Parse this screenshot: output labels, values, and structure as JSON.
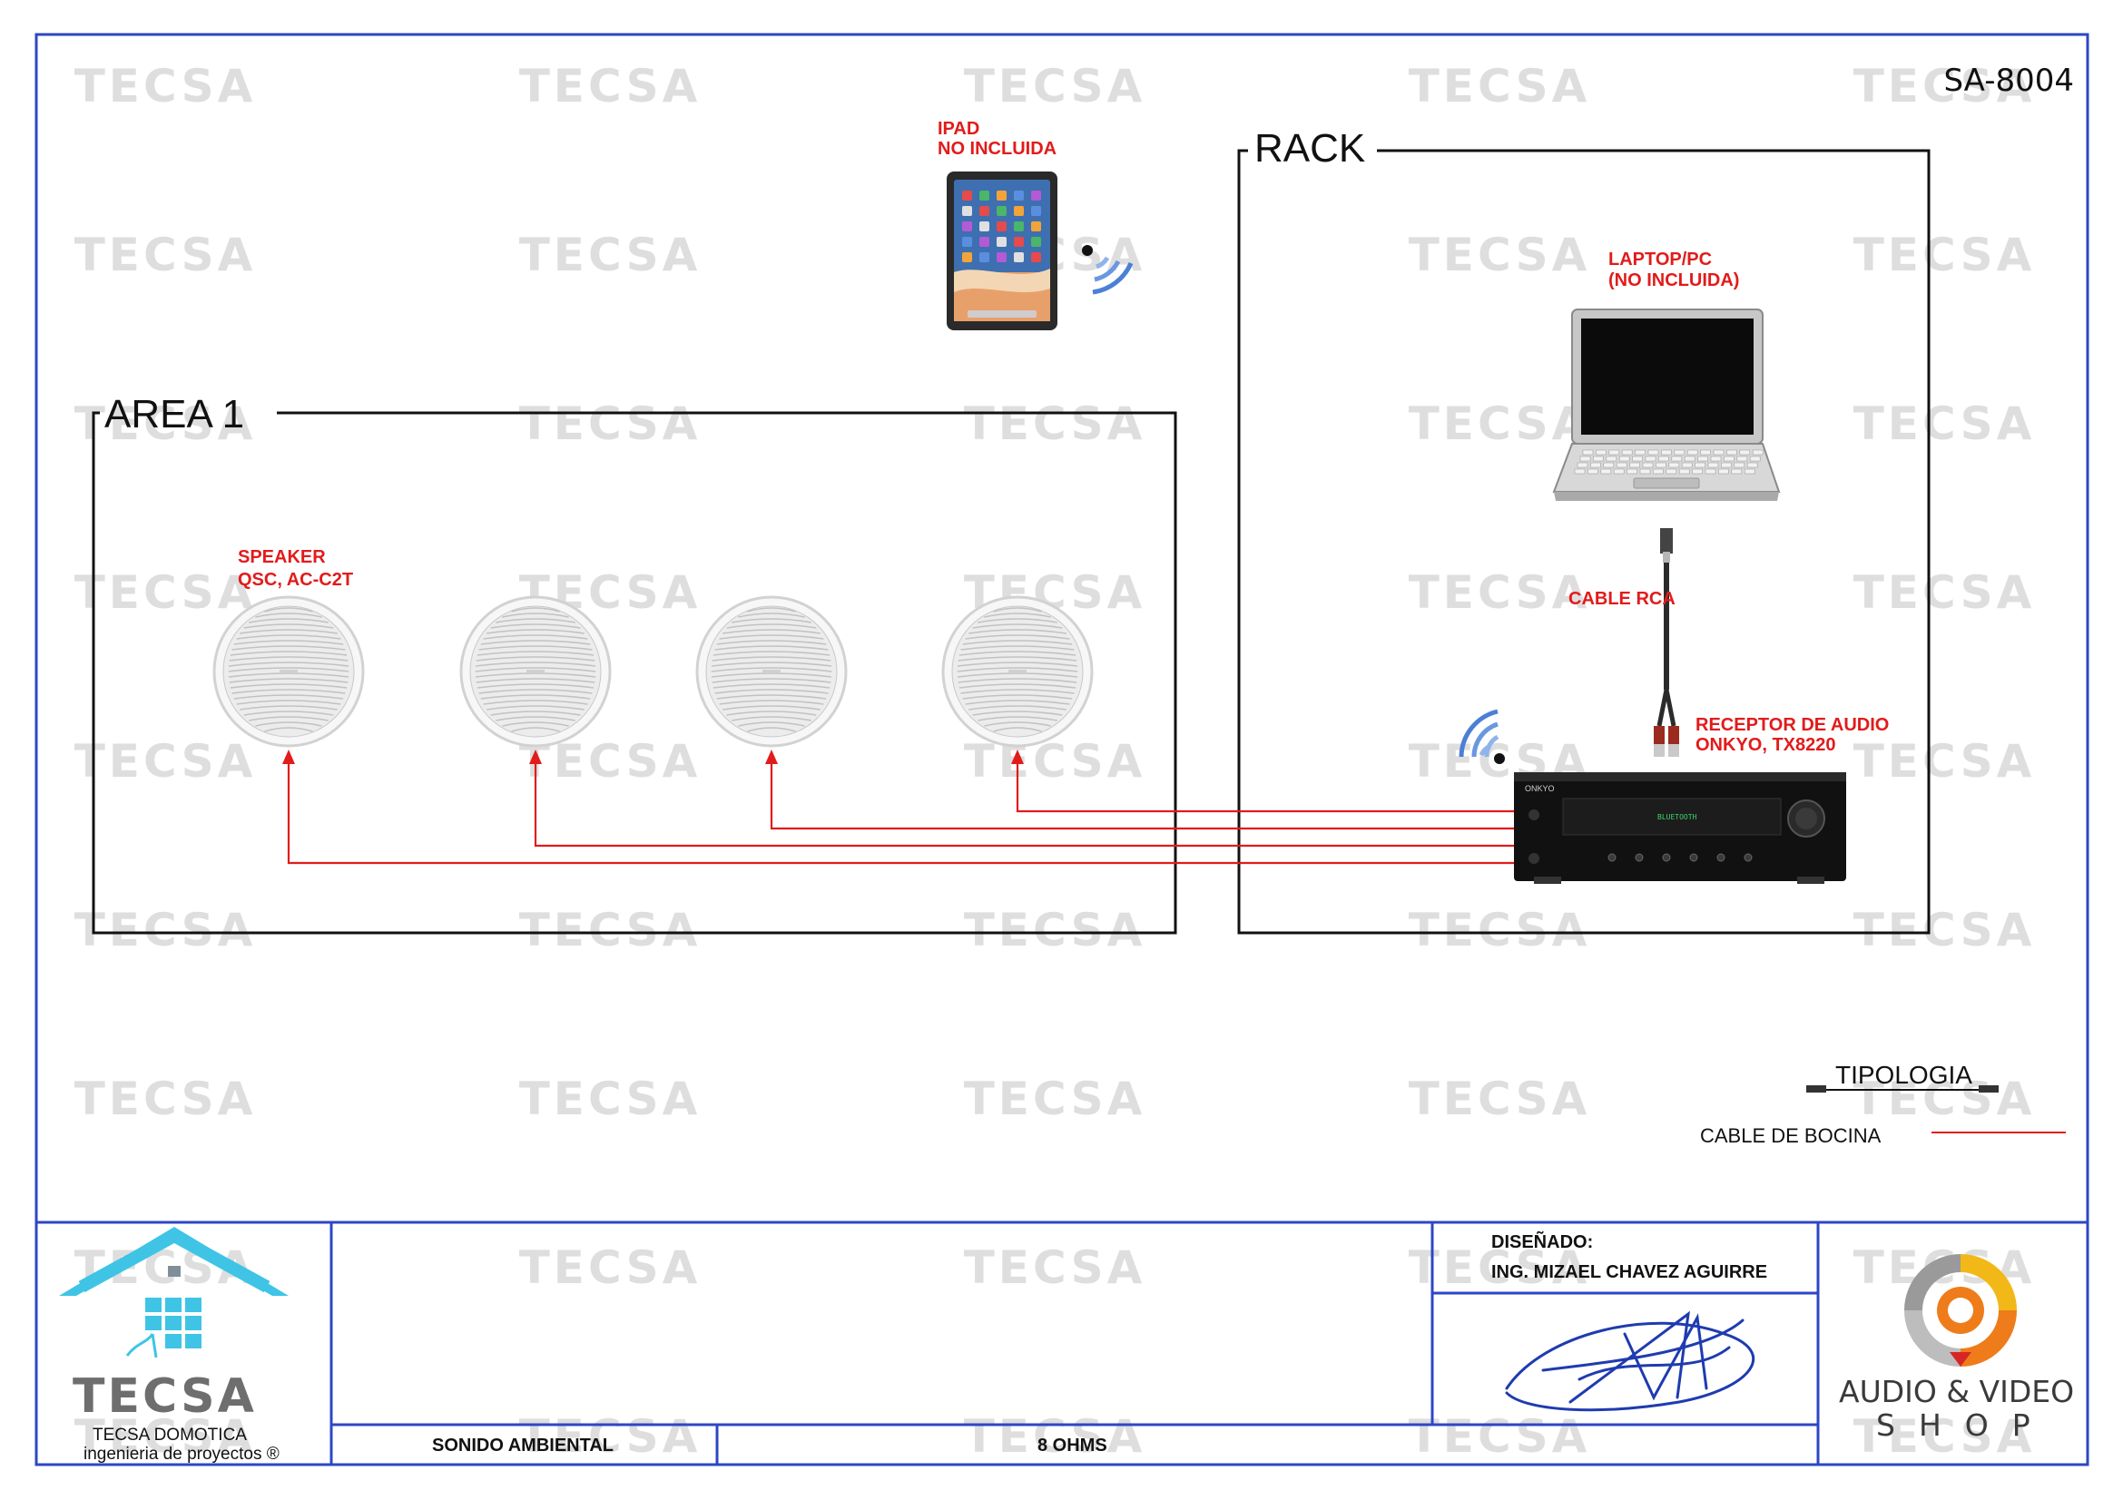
{
  "watermark_text": "TECSA",
  "drawing_code": "SA-8004",
  "zones": {
    "rack_title": "RACK",
    "area_title": "AREA 1"
  },
  "devices": {
    "ipad_line1": "IPAD",
    "ipad_line2": "NO INCLUIDA",
    "laptop_line1": "LAPTOP/PC",
    "laptop_line2": "(NO INCLUIDA)",
    "cable": "CABLE RCA",
    "receiver_line1": "RECEPTOR DE AUDIO",
    "receiver_line2": "ONKYO, TX8220",
    "receiver_brand": "ONKYO",
    "receiver_display": "BLUETOOTH",
    "speaker_line1": "SPEAKER",
    "speaker_line2": "QSC, AC-C2T"
  },
  "legend": {
    "title": "TIPOLOGIA",
    "item": "CABLE DE BOCINA",
    "item_color": "#e21b1b"
  },
  "title_block": {
    "company": "TECSA DOMOTICA",
    "company_sub": "ingenieria de proyectos ®",
    "logo_text": "TECSA",
    "project": "SONIDO AMBIENTAL",
    "impedance": "8  OHMS",
    "designed_label": "DISEÑADO:",
    "designer": "ING. MIZAEL CHAVEZ AGUIRRE",
    "brand_line1": "AUDIO & VIDEO",
    "brand_line2": "SHOP"
  },
  "colors": {
    "border_blue": "#2d47c4",
    "cable_red": "#e21b1b",
    "logo_cyan": "#3fc4e6",
    "brand_orange": "#ef7c1a",
    "brand_red": "#d72626",
    "brand_yellow": "#f2b818"
  }
}
